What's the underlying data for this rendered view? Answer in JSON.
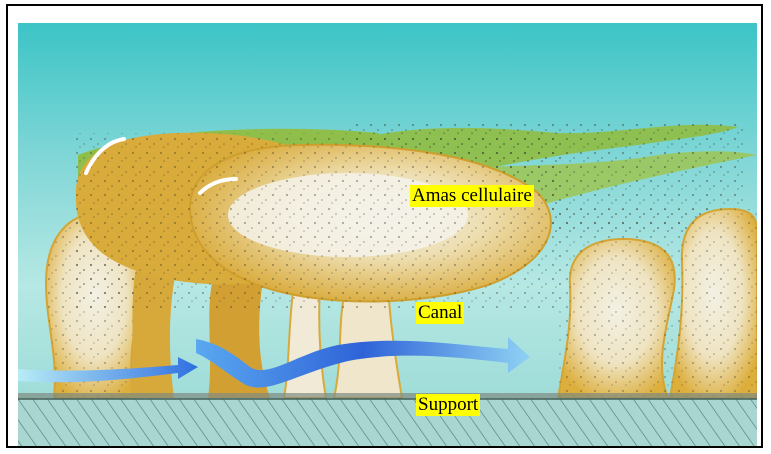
{
  "labels": {
    "amas": "Amas cellulaire",
    "canal": "Canal",
    "support": "Support"
  },
  "colors": {
    "water_top": "#46c8c8",
    "water_mid": "#a8e4e2",
    "biofilm_yellow": "#e2b53a",
    "biofilm_light": "#f2eedc",
    "streamer_green": "#8fbf4a",
    "flow_arrow": "#3a6fe0",
    "support_hatch": "#5f8f86",
    "label_bg": "#ffff00"
  }
}
